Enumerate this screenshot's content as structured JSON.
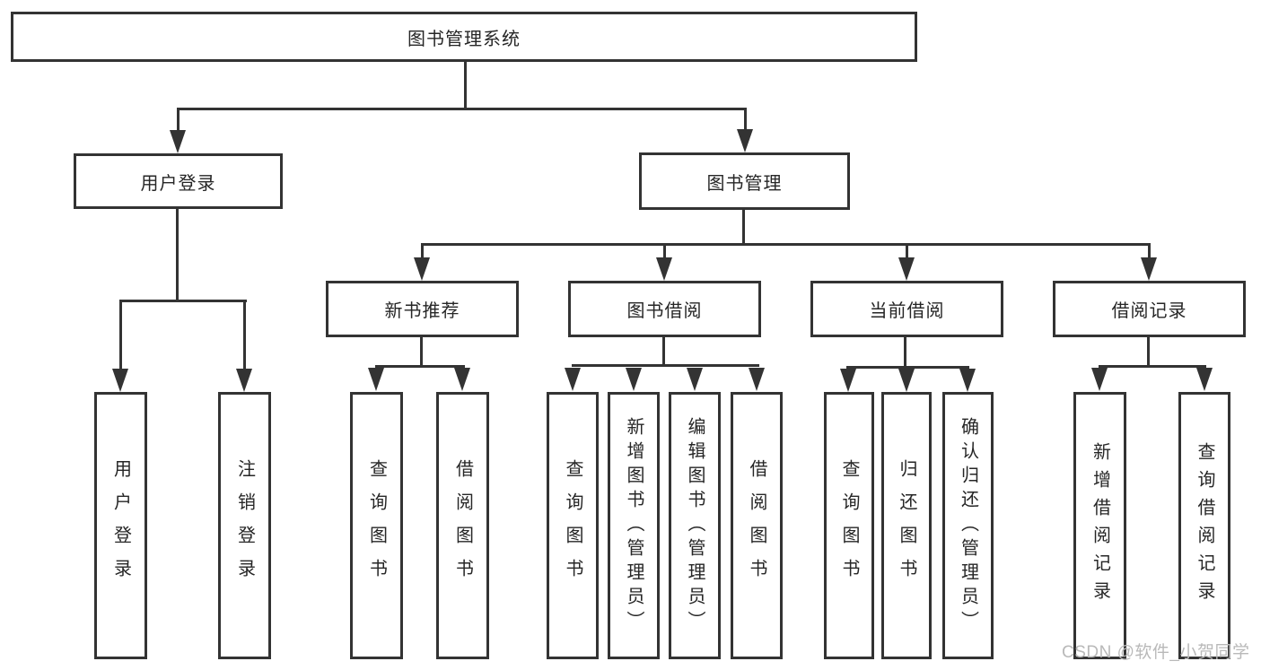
{
  "nodes": {
    "root": "图书管理系统",
    "login": "用户登录",
    "mgmt": "图书管理",
    "recommend": "新书推荐",
    "borrow": "图书借阅",
    "current": "当前借阅",
    "record": "借阅记录",
    "login_children": [
      "用户登录",
      "注销登录"
    ],
    "recommend_children": [
      "查询图书",
      "借阅图书"
    ],
    "borrow_children": [
      "查询图书",
      "新增图书（管理员）",
      "编辑图书（管理员）",
      "借阅图书"
    ],
    "current_children": [
      "查询图书",
      "归还图书",
      "确认归还（管理员）"
    ],
    "record_children": [
      "新增借阅记录",
      "查询借阅记录"
    ]
  },
  "watermark": "CSDN @软件_小贺同学",
  "colors": {
    "line": "#333333",
    "text": "#262626",
    "box_background": "#ffffff",
    "watermark": "#b9b9b9"
  }
}
